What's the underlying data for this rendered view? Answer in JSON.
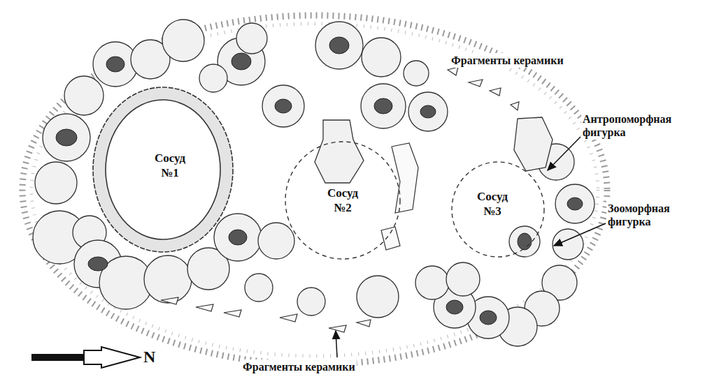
{
  "diagram": {
    "nodes": [
      {
        "text": [
          "Сосуд №1"
        ]
      },
      {
        "text": [
          "Сосуд №2"
        ]
      },
      {
        "text": [
          "Сосуд №3"
        ]
      }
    ],
    "labels": [
      "Фрагменты керамики",
      "Антропоморфная фигурка",
      "Зооморфная фигурка",
      "Фрагменты керамики",
      "N"
    ]
  }
}
